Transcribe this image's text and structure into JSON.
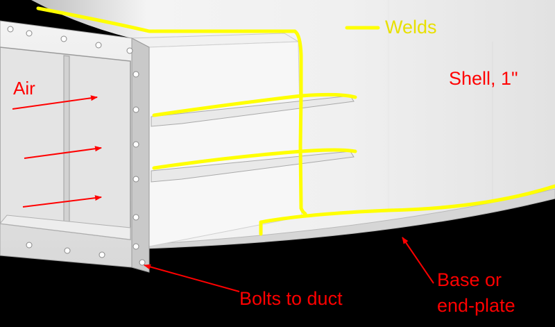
{
  "labels": {
    "welds": "Welds",
    "shell": "Shell, 1\"",
    "air": "Air",
    "bolts": "Bolts to duct",
    "base_line1": "Base or",
    "base_line2": "end-plate"
  },
  "colors": {
    "weld": "#ffff00",
    "annotation": "#ff0000",
    "background": "#000000",
    "steel": "#e6e6e6"
  }
}
